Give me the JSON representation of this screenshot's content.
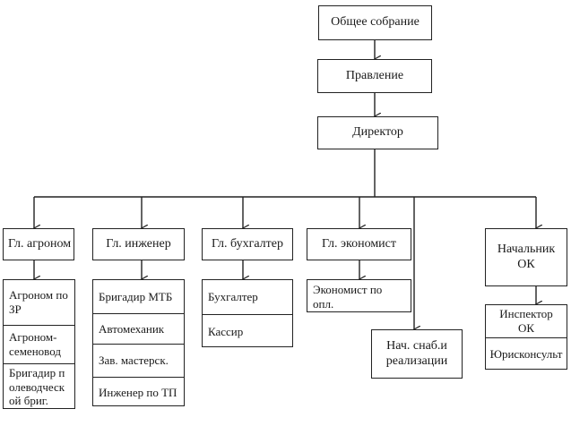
{
  "top": {
    "assembly": "Общее собрание",
    "board": "Правление",
    "director": "Директор"
  },
  "heads": {
    "agronomist": "Гл. агроном",
    "engineer": "Гл. инженер",
    "accountant": "Гл. бухгалтер",
    "economist": "Гл. экономист",
    "supply": "Нач. снаб.и реализации",
    "hr_chief": "Начальник ОК"
  },
  "staff": {
    "agronomist": [
      "Агроном по ЗР",
      "Агроном-семеновод",
      "Бригадир полеводческой бриг."
    ],
    "engineer": [
      "Бригадир МТБ",
      "Автомеханик",
      "Зав. мастерск.",
      "Инженер по ТП"
    ],
    "accountant": [
      "Бухгалтер",
      "Кассир"
    ],
    "economist": [
      "Экономист по опл."
    ],
    "hr_chief": [
      "Инспектор ОК",
      "Юрисконсульт"
    ]
  }
}
